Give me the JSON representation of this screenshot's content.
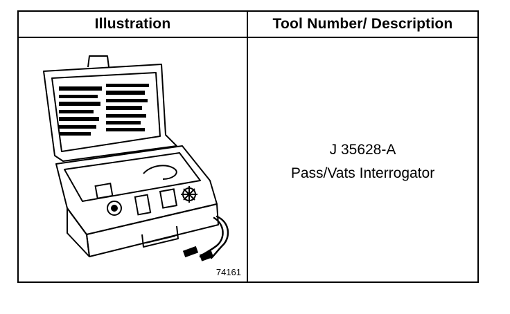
{
  "table": {
    "headers": {
      "illustration": "Illustration",
      "tool": "Tool Number/ Description"
    },
    "row": {
      "figure_number": "74161",
      "tool_number": "J 35628-A",
      "tool_description": "Pass/Vats Interrogator"
    }
  },
  "illustration": {
    "icon": "tester-case-illustration"
  }
}
